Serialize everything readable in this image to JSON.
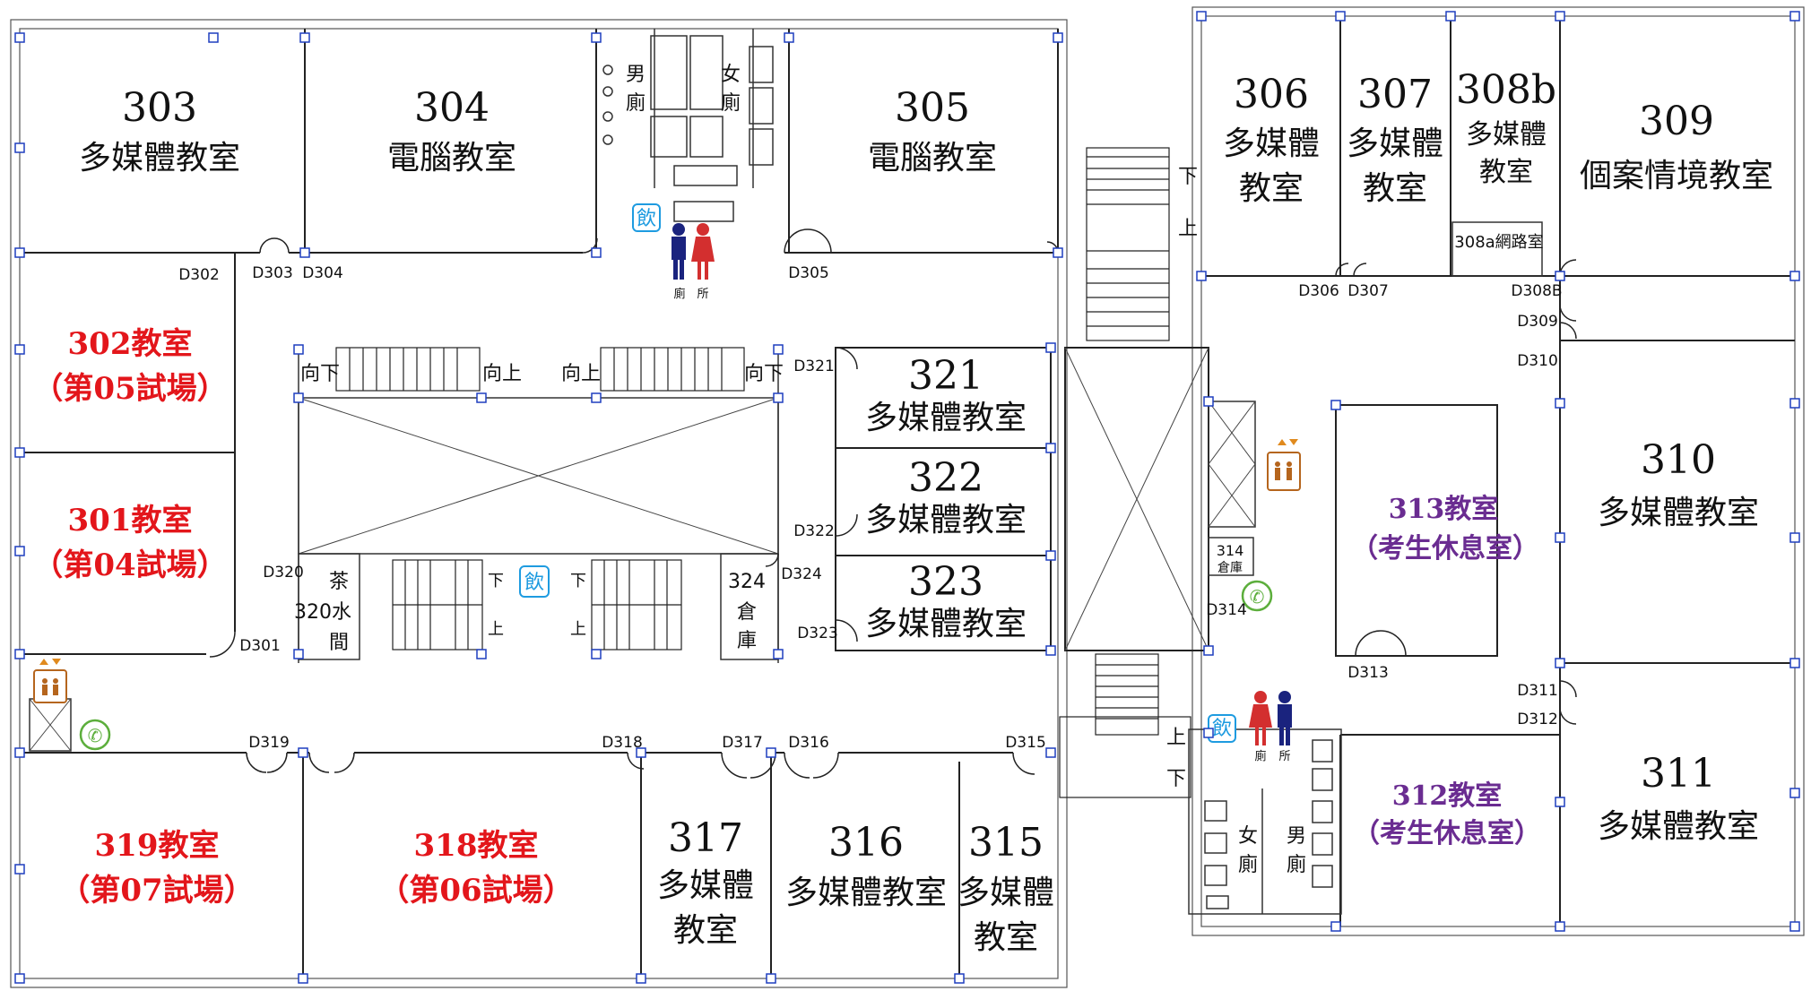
{
  "rooms": {
    "r303": {
      "num": "303",
      "name": "多媒體教室"
    },
    "r304": {
      "num": "304",
      "name": "電腦教室"
    },
    "r305": {
      "num": "305",
      "name": "電腦教室"
    },
    "r306": {
      "num": "306",
      "name1": "多媒體",
      "name2": "教室"
    },
    "r307": {
      "num": "307",
      "name1": "多媒體",
      "name2": "教室"
    },
    "r308b": {
      "num": "308b",
      "name1": "多媒體",
      "name2": "教室"
    },
    "r308a": {
      "label": "308a網路室"
    },
    "r309": {
      "num": "309",
      "name": "個案情境教室"
    },
    "r310": {
      "num": "310",
      "name": "多媒體教室"
    },
    "r311": {
      "num": "311",
      "name": "多媒體教室"
    },
    "r302": {
      "line1": "302教室",
      "line2": "（第05試場）"
    },
    "r301": {
      "line1": "301教室",
      "line2": "（第04試場）"
    },
    "r319": {
      "line1": "319教室",
      "line2": "（第07試場）"
    },
    "r318": {
      "line1": "318教室",
      "line2": "（第06試場）"
    },
    "r317": {
      "num": "317",
      "name1": "多媒體",
      "name2": "教室"
    },
    "r316": {
      "num": "316",
      "name": "多媒體教室"
    },
    "r315": {
      "num": "315",
      "name1": "多媒體",
      "name2": "教室"
    },
    "r321": {
      "num": "321",
      "name": "多媒體教室"
    },
    "r322": {
      "num": "322",
      "name": "多媒體教室"
    },
    "r323": {
      "num": "323",
      "name": "多媒體教室"
    },
    "r313": {
      "line1": "313教室",
      "line2": "（考生休息室）"
    },
    "r312": {
      "line1": "312教室",
      "line2": "（考生休息室）"
    },
    "r314": {
      "line1": "314",
      "line2": "倉庫"
    },
    "r320": {
      "line1": "茶",
      "line2": "320水",
      "line3": "間"
    },
    "r324": {
      "line1": "324",
      "line2": "倉",
      "line3": "庫"
    }
  },
  "restrooms": {
    "north_men": {
      "c1": "男",
      "c2": "廁"
    },
    "north_women": {
      "c1": "女",
      "c2": "廁"
    },
    "south_women": {
      "c1": "女",
      "c2": "廁"
    },
    "south_men": {
      "c1": "男",
      "c2": "廁"
    },
    "sign_toilet": {
      "c1": "廁",
      "c2": "所"
    },
    "sign_toilet2": {
      "c1": "廁",
      "c2": "所"
    }
  },
  "water": {
    "label": "飲"
  },
  "stairs": {
    "down_left": "向下",
    "up_left": "向上",
    "up_right": "向上",
    "down_right": "向下",
    "down": "下",
    "up": "上"
  },
  "doors": [
    "D302",
    "D303",
    "D304",
    "D305",
    "D306",
    "D307",
    "D308B",
    "D309",
    "D310",
    "D311",
    "D312",
    "D313",
    "D314",
    "D315",
    "D316",
    "D317",
    "D318",
    "D319",
    "D320",
    "D321",
    "D322",
    "D323",
    "D324",
    "D301"
  ],
  "colors": {
    "exam_room": "#e3161b",
    "rest_room": "#6a2c91",
    "column": "#1f3fbf",
    "men": "#1a237e",
    "women": "#d32f2f",
    "water": "#1e9be0",
    "elevator": "#b5651d",
    "phone": "#5cae3c"
  }
}
